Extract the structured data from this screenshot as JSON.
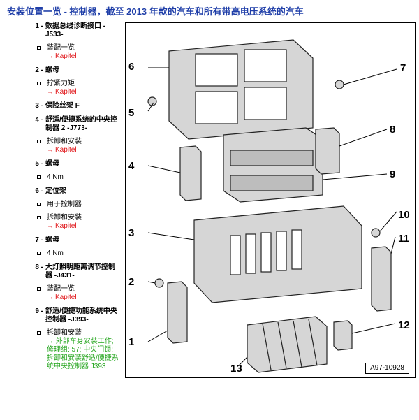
{
  "page_title": "安装位置一览 - 控制器，截至 2013 年款的汽车和所有带高电压系统的汽车",
  "legend": [
    {
      "num": "1 -",
      "label": "数据总线诊断接口 -J533-",
      "subs": [
        {
          "text": "装配一览",
          "link": "Kapitel"
        }
      ]
    },
    {
      "num": "2 -",
      "label": "螺母",
      "subs": [
        {
          "text": "拧紧力矩",
          "link": "Kapitel"
        }
      ]
    },
    {
      "num": "3 -",
      "label": "保险丝架 F",
      "subs": []
    },
    {
      "num": "4 -",
      "label": "舒适/便捷系统的中央控制器 2 -J773-",
      "subs": [
        {
          "text": "拆卸和安装",
          "link": "Kapitel"
        }
      ]
    },
    {
      "num": "5 -",
      "label": "螺母",
      "subs": [
        {
          "text": "4 Nm"
        }
      ]
    },
    {
      "num": "6 -",
      "label": "定位架",
      "subs": [
        {
          "text": "用于控制器"
        },
        {
          "text": "拆卸和安装",
          "link": "Kapitel"
        }
      ]
    },
    {
      "num": "7 -",
      "label": "螺母",
      "subs": [
        {
          "text": "4 Nm"
        }
      ]
    },
    {
      "num": "8 -",
      "label": "大灯照明距离调节控制器 -J431-",
      "subs": [
        {
          "text": "装配一览",
          "link": "Kapitel"
        }
      ]
    },
    {
      "num": "9 -",
      "label": "舒适/便捷功能系统中央控制器 -J393-",
      "subs": [
        {
          "text": "拆卸和安装",
          "link": "外部车身安装工作; 修理组: 57; 中央门锁; 拆卸和安装舒适/便捷系统中央控制器 J393"
        }
      ]
    }
  ],
  "figure": {
    "ref": "A97-10928",
    "callouts": [
      "1",
      "2",
      "3",
      "4",
      "5",
      "6",
      "7",
      "8",
      "9",
      "10",
      "11",
      "12",
      "13"
    ]
  },
  "arrow_glyph": "→"
}
